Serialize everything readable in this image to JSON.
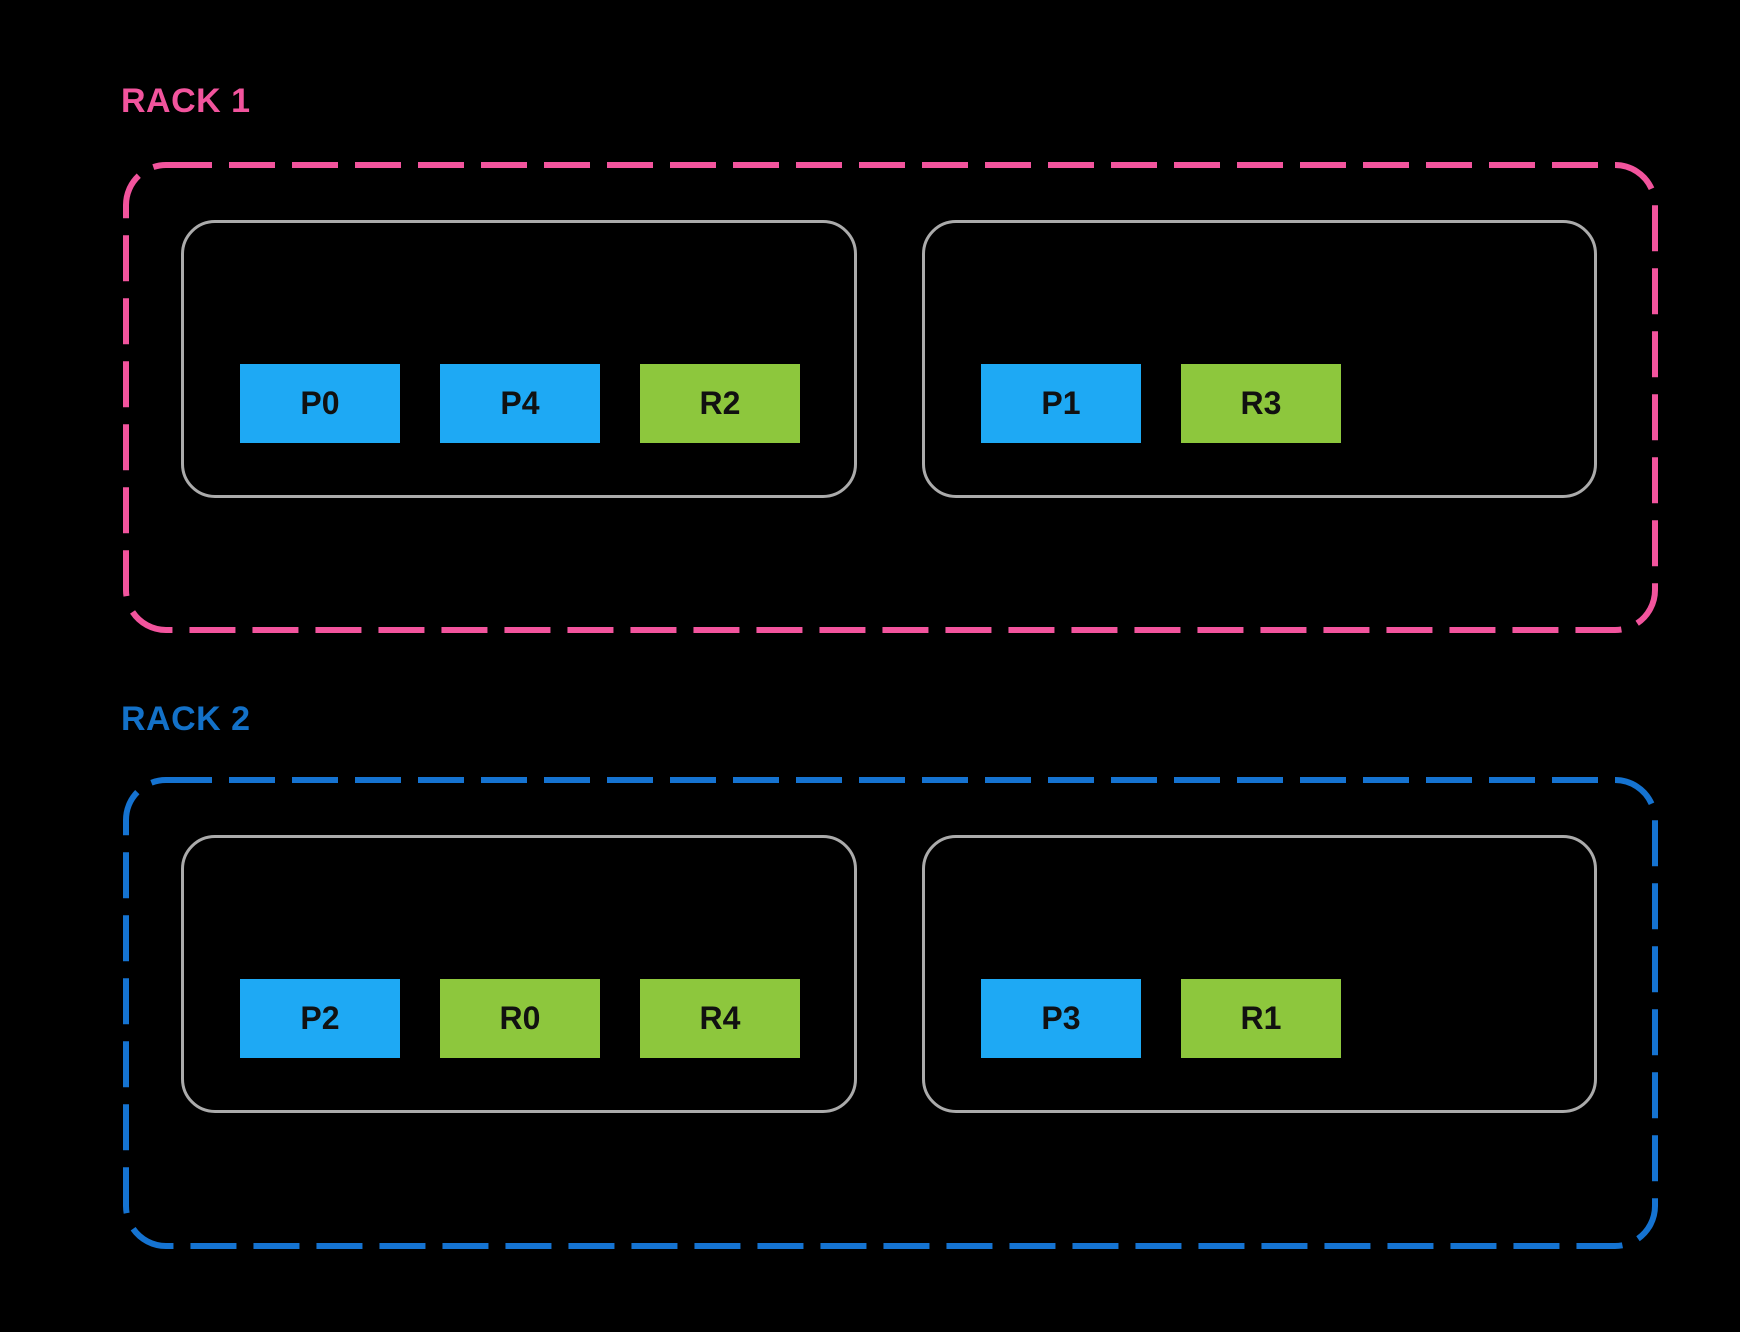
{
  "colors": {
    "background": "#000000",
    "host_border": "#ababab",
    "primary_block": "#1ea9f4",
    "replica_block": "#8dc73d",
    "block_text": "#111111"
  },
  "racks": [
    {
      "label": "RACK 1",
      "label_color": "#f2549d",
      "border_color": "#f2549d",
      "hosts": [
        {
          "blocks": [
            {
              "label": "P0",
              "kind": "primary"
            },
            {
              "label": "P4",
              "kind": "primary"
            },
            {
              "label": "R2",
              "kind": "replica"
            }
          ]
        },
        {
          "blocks": [
            {
              "label": "P1",
              "kind": "primary"
            },
            {
              "label": "R3",
              "kind": "replica"
            }
          ]
        }
      ]
    },
    {
      "label": "RACK 2",
      "label_color": "#1371c8",
      "border_color": "#1573d1",
      "hosts": [
        {
          "blocks": [
            {
              "label": "P2",
              "kind": "primary"
            },
            {
              "label": "R0",
              "kind": "replica"
            },
            {
              "label": "R4",
              "kind": "replica"
            }
          ]
        },
        {
          "blocks": [
            {
              "label": "P3",
              "kind": "primary"
            },
            {
              "label": "R1",
              "kind": "replica"
            }
          ]
        }
      ]
    }
  ]
}
